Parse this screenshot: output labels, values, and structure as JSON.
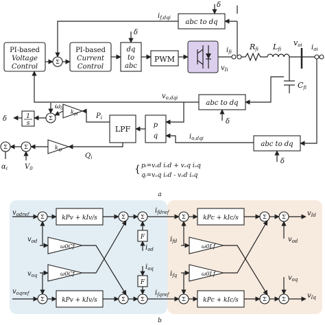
{
  "colors": {
    "voltage_block": "#d7ecf1",
    "current_block": "#fbe0cc",
    "switch_block": "#dccfee",
    "panel_b_left": "#e3eef4",
    "panel_b_right": "#f7eadf"
  },
  "panel_a": {
    "blocks": {
      "voltage_l1": "PI-based",
      "voltage_l2": "Voltage",
      "voltage_l3": "Control",
      "current_l1": "PI-based",
      "current_l2": "Current",
      "current_l3": "Control",
      "dq_l1": "dq",
      "dq_l2": "to",
      "dq_l3": "abc",
      "pwm": "PWM",
      "abc_dq_top": "abc to dq",
      "abc_dq_mid": "abc to dq",
      "abc_dq_bot": "abc to dq",
      "lpf": "LPF",
      "pq_p": "p",
      "pq_q": "q",
      "integrator_num": "1",
      "integrator_den": "s",
      "kpi": "k",
      "kqi": "k"
    },
    "signals": {
      "i_fdqi": "i",
      "i_fdqi_sub": "f,dqi",
      "delta_top": "δ",
      "delta_dq": "δ",
      "delta_mid": "δ",
      "delta_bot": "δ",
      "delta_left": "δ",
      "i_fi": "i",
      "i_fi_sub": "fi",
      "v_ii": "v",
      "v_ii_sub": "Ii",
      "r_fi": "R",
      "r_fi_sub": "fi",
      "l_fi": "L",
      "l_fi_sub": "fi",
      "v_oi": "v",
      "v_oi_sub": "oi",
      "i_oi": "i",
      "i_oi_sub": "oi",
      "c_fi": "C",
      "c_fi_sub": "fi",
      "v_odqi": "v",
      "v_odqi_sub": "o,dqi",
      "omega0": "ω",
      "omega0_sub": "0",
      "p_i": "P",
      "i_odqi": "i",
      "i_odqi_sub": "o,dqi",
      "q_i": "Q",
      "alpha_i": "α",
      "v0": "V",
      "v0_sub": "0"
    },
    "equations": {
      "p_eq": "pᵢ=vₒd iₒd + vₒq iₒq",
      "q_eq": "qᵢ=vₒq iₒd - vₒd iₒq"
    },
    "caption": "a"
  },
  "panel_b": {
    "inputs": {
      "v_odref": "v",
      "v_odref_sub": "odref",
      "v_od": "v",
      "v_od_sub": "od",
      "v_oq": "v",
      "v_oq_sub": "oq",
      "v_oqref": "v",
      "v_oqref_sub": "oqref",
      "i_fd": "i",
      "i_fd_sub": "fd",
      "i_fq": "i",
      "i_fq_sub": "fq",
      "i_od": "i",
      "i_od_sub": "od",
      "i_oq": "i",
      "i_oq_sub": "oq",
      "i_fdref": "i",
      "i_fdref_sub": "fdref",
      "i_fqref": "i",
      "i_fqref_sub": "fqref"
    },
    "blocks": {
      "pi_v_top": "kPv + kIv/s",
      "pi_v_bot": "kPv + kIv/s",
      "pi_c_top": "kPc + kIc/s",
      "pi_c_bot": "kPc + kIc/s",
      "w0cf_top": "ω0Cf",
      "w0cf_bot": "ω0Cf",
      "w0lf_top": "ω0Lf",
      "w0lf_bot": "ω0Lf",
      "f_top": "F",
      "f_bot": "F"
    },
    "outputs": {
      "v_id": "v",
      "v_id_sub": "Id",
      "v_od_out": "v",
      "v_od_out_sub": "od",
      "v_oq_out": "v",
      "v_oq_out_sub": "oq",
      "v_iq": "v",
      "v_iq_sub": "Iq"
    },
    "caption": "b"
  }
}
